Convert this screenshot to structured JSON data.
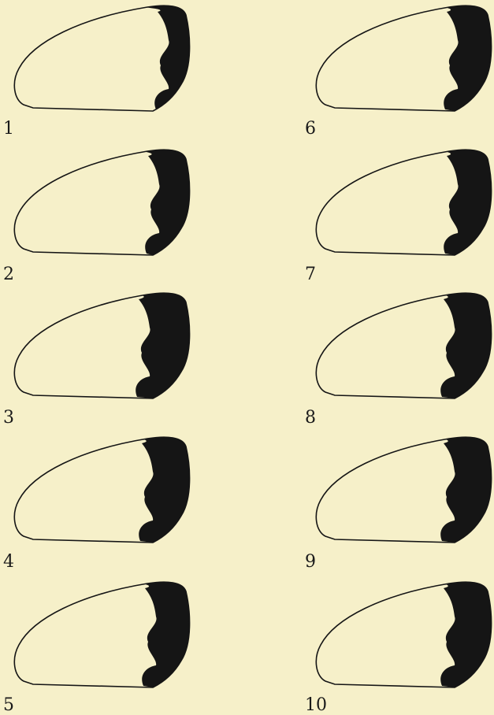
{
  "plate": {
    "background_color": "#f6f0c9",
    "ink_color": "#151515",
    "figures": [
      {
        "label": "1",
        "patch_extent": 0.35
      },
      {
        "label": "2",
        "patch_extent": 0.5
      },
      {
        "label": "3",
        "patch_extent": 0.65
      },
      {
        "label": "4",
        "patch_extent": 0.6
      },
      {
        "label": "5",
        "patch_extent": 0.55
      },
      {
        "label": "6",
        "patch_extent": 0.55
      },
      {
        "label": "7",
        "patch_extent": 0.55
      },
      {
        "label": "8",
        "patch_extent": 0.6
      },
      {
        "label": "9",
        "patch_extent": 0.6
      },
      {
        "label": "10",
        "patch_extent": 0.6
      }
    ]
  }
}
